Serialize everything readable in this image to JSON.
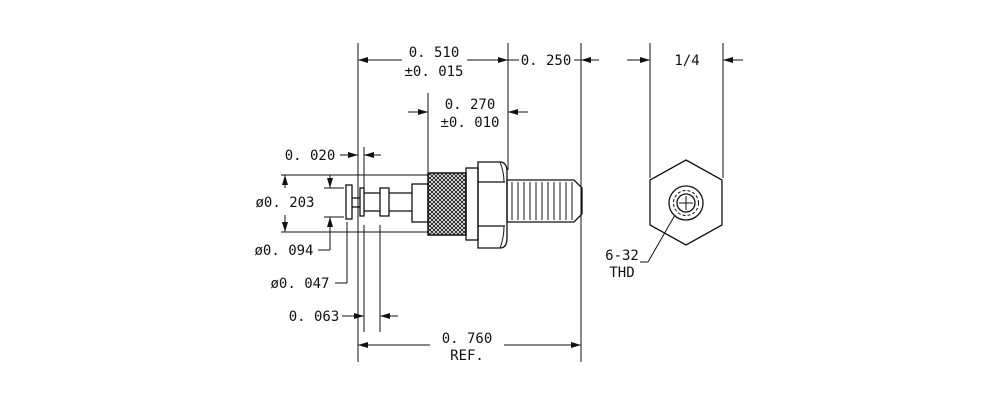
{
  "dimensions": {
    "overall_length": "0. 510",
    "overall_tolerance": "±0. 015",
    "stud_length": "0. 250",
    "body_length": "0. 270",
    "body_tolerance": "±0. 010",
    "hex_size": "1/4",
    "slot_width": "0. 020",
    "head_diameter": "ø0. 203",
    "shank_diameter": "ø0. 094",
    "hole_diameter": "ø0. 047",
    "slot_spacing": "0. 063",
    "ref_length": "0. 760",
    "ref_label": "REF."
  },
  "callouts": {
    "thread_size": "6-32",
    "thread_label": "THD"
  }
}
